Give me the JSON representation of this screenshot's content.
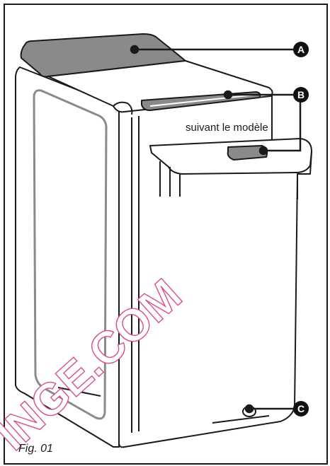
{
  "labels": {
    "a": "A",
    "b": "B",
    "c": "C"
  },
  "captions": {
    "variant": "suivant le modèle",
    "figure": "Fig. 01"
  },
  "watermark": {
    "text": "INGE.COM",
    "color": "#d84f8f"
  },
  "colors": {
    "line": "#1a1a1a",
    "panel_grey": "#8a8a8a",
    "badge": "#111111"
  }
}
